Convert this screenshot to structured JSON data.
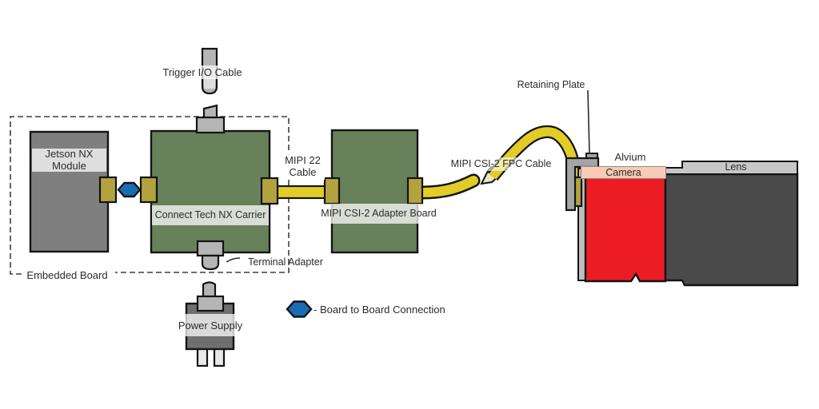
{
  "diagram": {
    "trigger_cable": "Trigger I/O Cable",
    "embedded_board": {
      "label": "Embedded Board",
      "jetson_module": {
        "line1": "Jetson NX",
        "line2": "Module"
      },
      "carrier": "Connect Tech NX Carrier"
    },
    "mipi22_cable": {
      "line1": "MIPI 22",
      "line2": "Cable"
    },
    "adapter_board": "MIPI CSI-2 Adapter Board",
    "fpc_cable": "MIPI CSI-2 FPC Cable",
    "terminal_adapter": "Terminal Adapter",
    "power_supply": "Power Supply",
    "retaining_plate": "Retaining Plate",
    "camera": {
      "line1": "Alvium",
      "line2": "Camera"
    },
    "lens": "Lens",
    "legend": "- Board to Board Connection"
  },
  "colors": {
    "board_green": "#67815b",
    "module_gray": "#7f7f7f",
    "connector_olive": "#b2a33f",
    "cable_yellow": "#e2cc26",
    "cable_cream": "#ece4c2",
    "hexagon_blue": "#1a6cb5",
    "camera_red": "#ec1c24",
    "camera_band_pink": "#f7cbb5",
    "lens_dark_gray": "#4a4a4a",
    "lens_band_gray": "#c7c7c7",
    "plug_gray": "#b5b5b5",
    "power_gray": "#6f6f6f",
    "bracket_gray": "#a5a5a5",
    "outline": "#141414"
  }
}
